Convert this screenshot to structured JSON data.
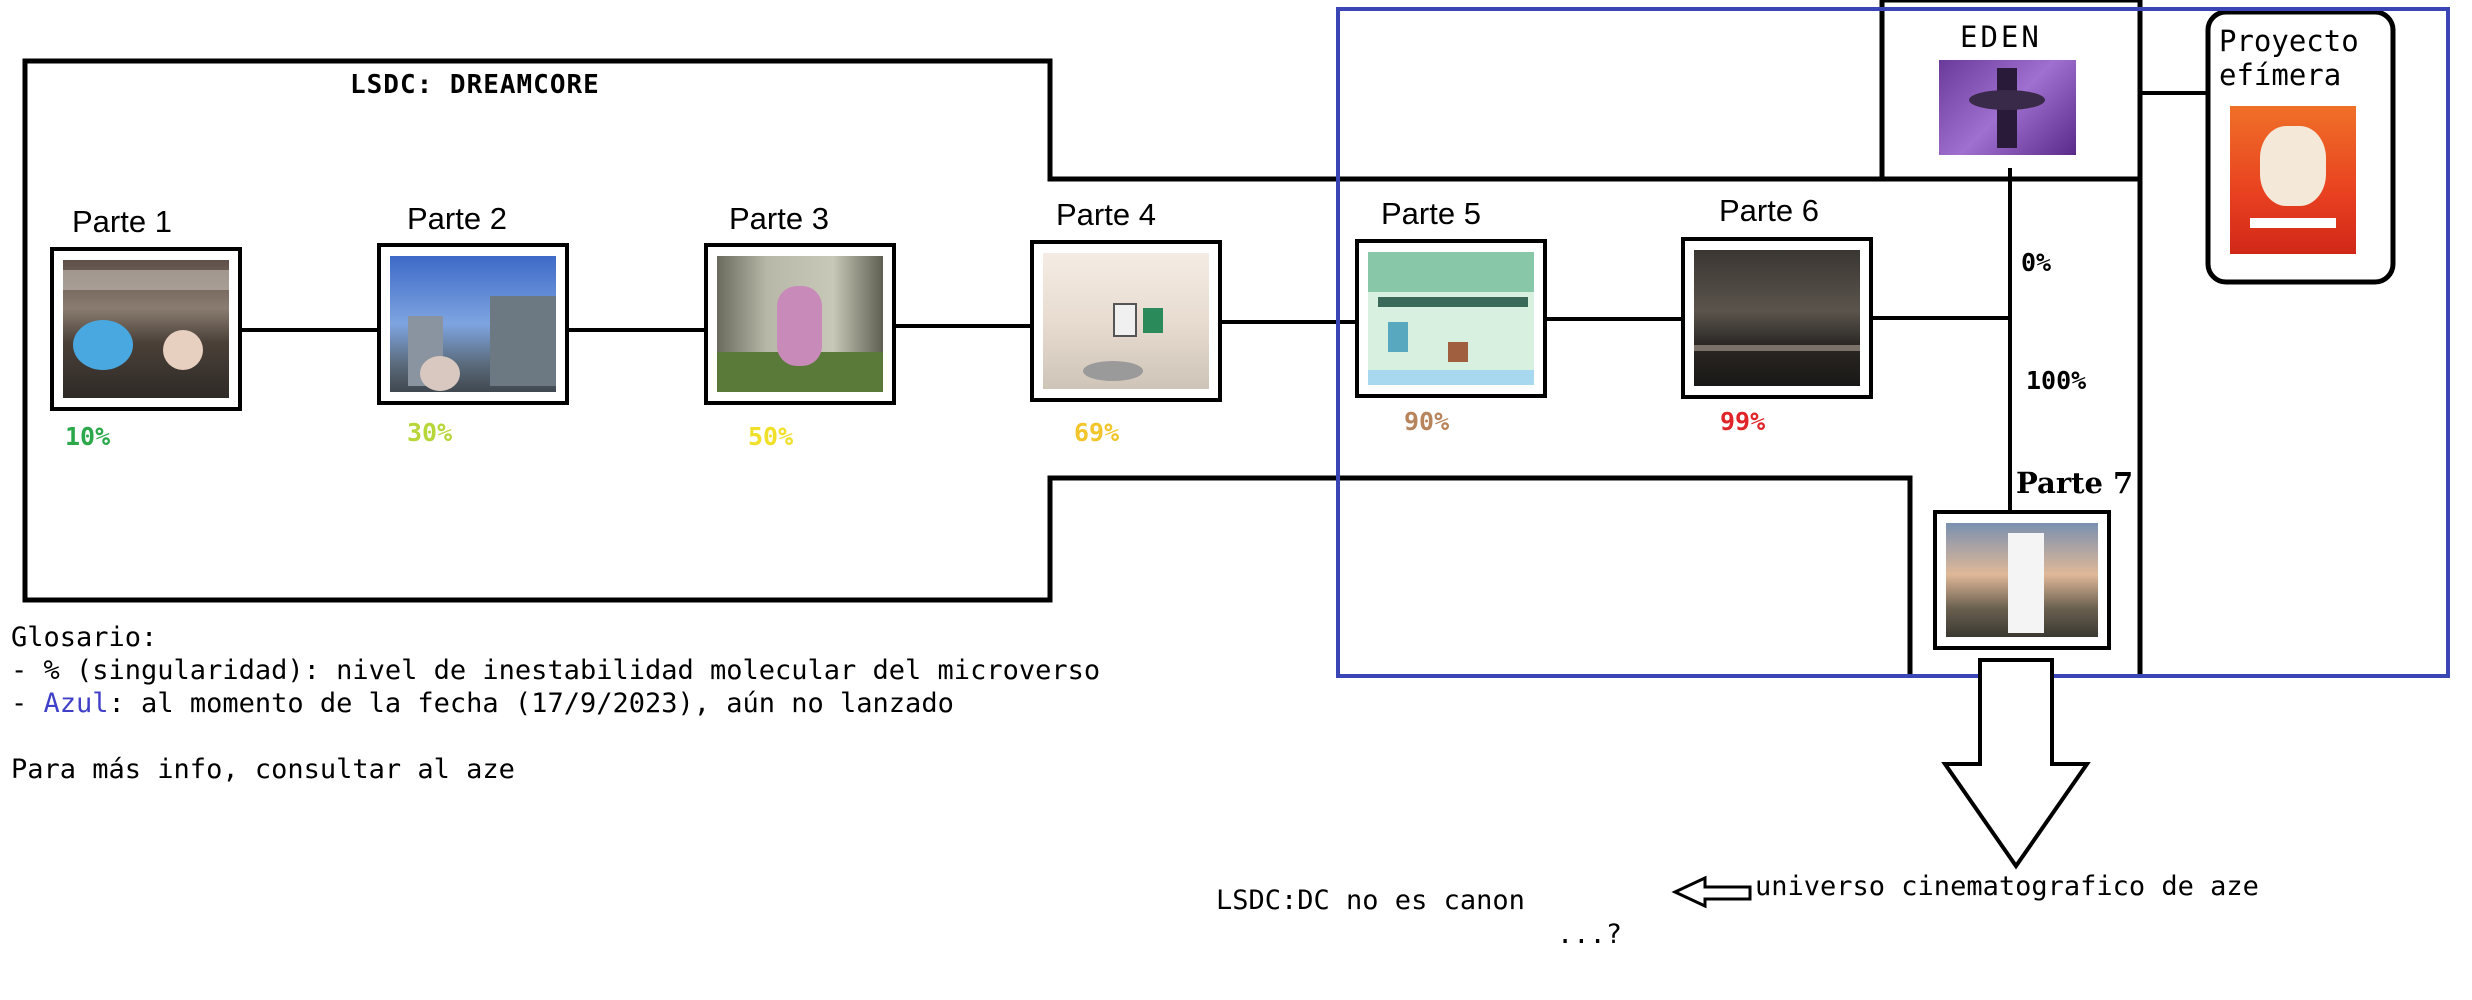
{
  "title": "LSDC: DREAMCORE",
  "parts": [
    {
      "label": "Parte 1",
      "singularity": "10%",
      "color": "#2aa84a"
    },
    {
      "label": "Parte 2",
      "singularity": "30%",
      "color": "#b6d63a"
    },
    {
      "label": "Parte 3",
      "singularity": "50%",
      "color": "#f0e02a"
    },
    {
      "label": "Parte 4",
      "singularity": "69%",
      "color": "#f2c52a"
    },
    {
      "label": "Parte 5",
      "singularity": "90%",
      "color": "#b8845c"
    },
    {
      "label": "Parte 6",
      "singularity": "99%",
      "color": "#e0252a"
    }
  ],
  "parte7": {
    "label": "Parte 7",
    "from_pct": "0%",
    "to_pct": "100%"
  },
  "eden": {
    "label": "EDEN"
  },
  "efimera": {
    "label_line1": "Proyecto",
    "label_line2": "efímera"
  },
  "glossary": {
    "heading": "Glosario:",
    "line1": "- % (singularidad): nivel de inestabilidad molecular del microverso",
    "line2_prefix": "- ",
    "line2_blue": "Azul",
    "line2_rest": ": al momento de la fecha (17/9/2023), aún no lanzado",
    "line3": "Para más info, consultar al aze"
  },
  "universe_label": "universo cinematografico de aze",
  "canon_note": "LSDC:DC no es canon",
  "ellipsis": "...?",
  "colors": {
    "blue_box": "#3a46b6",
    "azul_text": "#4040c8"
  }
}
